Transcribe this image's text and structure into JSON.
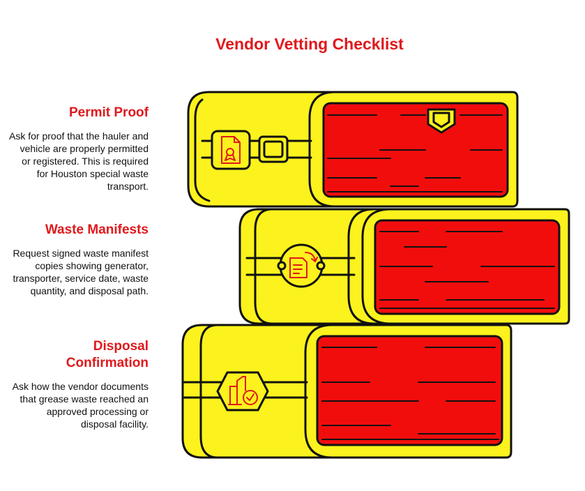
{
  "title": "Vendor Vetting Checklist",
  "steps": [
    {
      "heading": "Permit Proof",
      "description": "Ask for proof that the hauler and vehicle are properly permitted or registered. This is required for Houston special waste transport.",
      "icon": "certificate-icon"
    },
    {
      "heading": "Waste Manifests",
      "description": "Request signed waste manifest copies showing generator, transporter, service date, waste quantity, and disposal path.",
      "icon": "document-refresh-icon"
    },
    {
      "heading": "Disposal Confirmation",
      "description": "Ask how the vendor documents that grease waste reached an approved processing or disposal facility.",
      "icon": "facility-check-icon"
    }
  ],
  "colors": {
    "accent": "#e0191c",
    "book_cover": "#fcf21d",
    "book_pages": "#f20d0d",
    "outline": "#111111"
  }
}
